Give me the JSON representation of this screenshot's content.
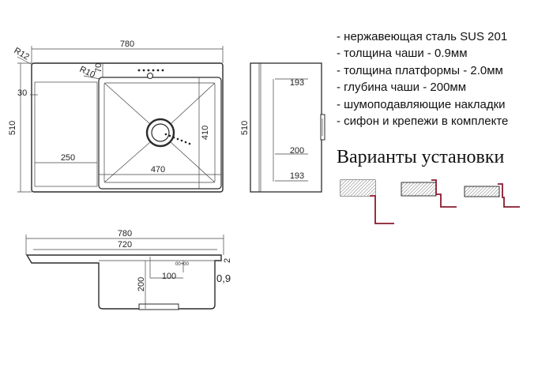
{
  "specs": [
    "- нержавеющая сталь SUS 201",
    "- толщина чаши - 0.9мм",
    "- толщина платформы - 2.0мм",
    "- глубина чаши - 200мм",
    "- шумоподавляющие накладки",
    "- сифон и крепежи в комплекте"
  ],
  "variants_title": "Варианты установки",
  "top_view": {
    "width": "780",
    "radius_outer": "R12",
    "radius_bowl": "R10",
    "offset_top": "70",
    "height": "510",
    "platform_offset": "30",
    "bowl_height": "410",
    "platform_width": "250",
    "bowl_width": "470"
  },
  "side_view": {
    "height": "510",
    "offset_top": "193",
    "depth": "200",
    "offset_bottom": "193"
  },
  "section_view": {
    "width": "780",
    "inner_width": "720",
    "platform_thickness": "2",
    "depth": "200",
    "drain_offset": "100",
    "bowl_thickness": "0,9",
    "drain_mark": "00+00"
  }
}
